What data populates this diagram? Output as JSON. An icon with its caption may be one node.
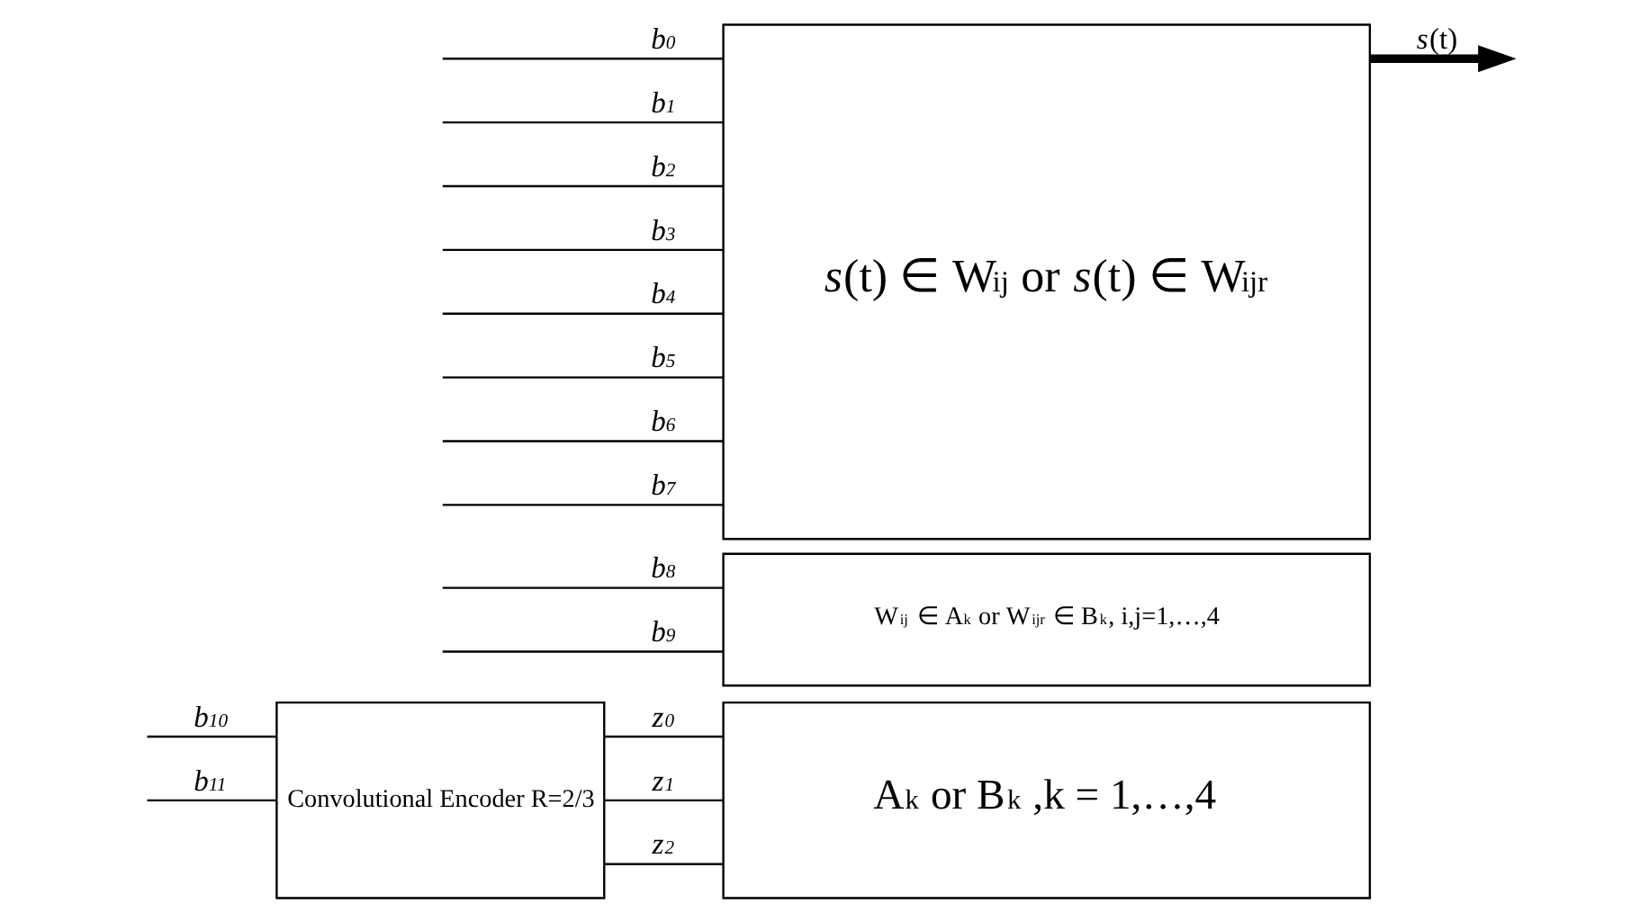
{
  "diagram": {
    "nodes": [
      {
        "text": [
          "*s*(t) ∈ W$_{ij}$ or *s*(t) ∈ W$_{ijr}$"
        ]
      },
      {
        "text": [
          "W$_{ij}$ ∈ A$_{k}$ or W$_{ijr}$ ∈ B$_{k}$, i,j=1,…,4"
        ]
      },
      {
        "text": [
          "A$_{k}$ or B$_{k}$ ,k = 1,…,4"
        ]
      },
      {
        "text": [
          "Convolutional Encoder R=2/3"
        ]
      }
    ],
    "edges": [
      {
        "from": null,
        "to": 0,
        "arrow": "none",
        "label": "b$_{0}$"
      },
      {
        "from": null,
        "to": 0,
        "arrow": "none",
        "label": "b$_{1}$"
      },
      {
        "from": null,
        "to": 0,
        "arrow": "none",
        "label": "b$_{2}$"
      },
      {
        "from": null,
        "to": 0,
        "arrow": "none",
        "label": "b$_{3}$"
      },
      {
        "from": null,
        "to": 0,
        "arrow": "none",
        "label": "b$_{4}$"
      },
      {
        "from": null,
        "to": 0,
        "arrow": "none",
        "label": "b$_{5}$"
      },
      {
        "from": null,
        "to": 0,
        "arrow": "none",
        "label": "b$_{6}$"
      },
      {
        "from": null,
        "to": 0,
        "arrow": "none",
        "label": "b$_{7}$"
      },
      {
        "from": null,
        "to": 1,
        "arrow": "none",
        "label": "b$_{8}$"
      },
      {
        "from": null,
        "to": 1,
        "arrow": "none",
        "label": "b$_{9}$"
      },
      {
        "from": null,
        "to": 3,
        "arrow": "none",
        "label": "b$_{10}$"
      },
      {
        "from": null,
        "to": 3,
        "arrow": "none",
        "label": "b$_{11}$"
      },
      {
        "from": 3,
        "to": 2,
        "arrow": "none",
        "label": "z$_{0}$"
      },
      {
        "from": 3,
        "to": 2,
        "arrow": "none",
        "label": "z$_{1}$"
      },
      {
        "from": 3,
        "to": 2,
        "arrow": "none",
        "label": "z$_{2}$"
      },
      {
        "from": 0,
        "to": null,
        "arrow": "to",
        "label": "*s*(t)",
        "style": "thick"
      }
    ]
  }
}
